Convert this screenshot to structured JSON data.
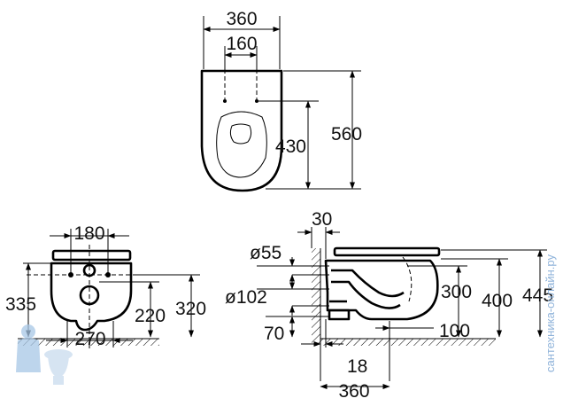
{
  "dims": {
    "top_width": "360",
    "top_holes": "160",
    "top_inner": "430",
    "top_length": "560",
    "front_holes": "180",
    "front_335": "335",
    "front_220": "220",
    "front_320": "320",
    "front_270": "270",
    "side_30": "30",
    "side_d55": "ø55",
    "side_d102": "ø102",
    "side_70": "70",
    "side_300": "300",
    "side_400": "400",
    "side_445": "445",
    "side_100": "100",
    "side_18": "18",
    "side_360": "360"
  },
  "watermark": {
    "text": "сантехника-онлайн.ру",
    "logo": "plumber-mascot-icon"
  },
  "colors": {
    "line": "#000000",
    "watermark": "#8fb3da"
  }
}
